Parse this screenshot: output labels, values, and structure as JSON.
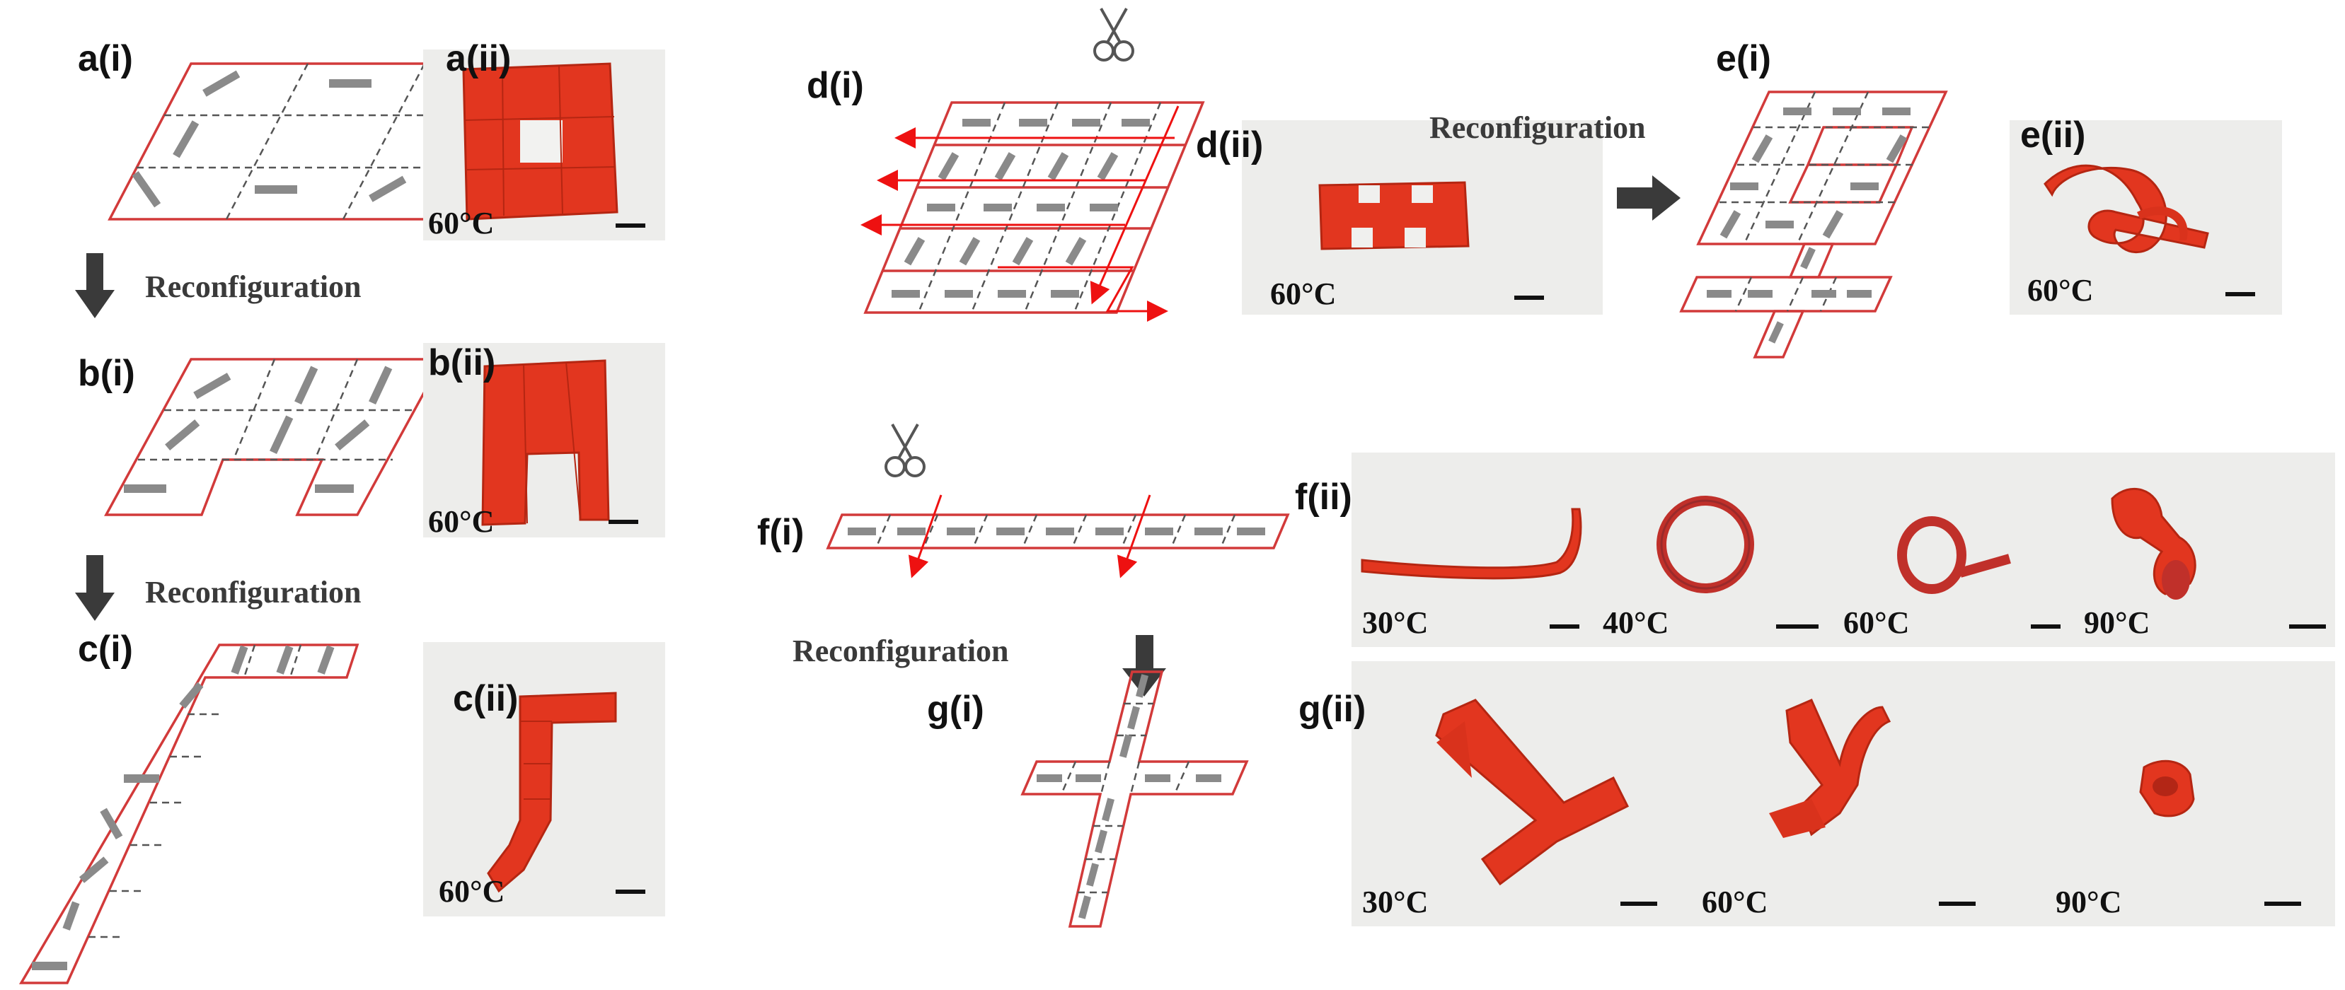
{
  "panels": {
    "a_i": "a(i)",
    "a_ii": "a(ii)",
    "b_i": "b(i)",
    "b_ii": "b(ii)",
    "c_i": "c(i)",
    "c_ii": "c(ii)",
    "d_i": "d(i)",
    "d_ii": "d(ii)",
    "e_i": "e(i)",
    "e_ii": "e(ii)",
    "f_i": "f(i)",
    "f_ii": "f(ii)",
    "g_i": "g(i)",
    "g_ii": "g(ii)"
  },
  "reconfiguration": "Reconfiguration",
  "temps": {
    "t30": "30°C",
    "t40": "40°C",
    "t60": "60°C",
    "t90": "90°C"
  },
  "colors": {
    "film": "#e2361f",
    "outline": "#d23a3a",
    "cut_arrow": "#ee1111",
    "alignment_bar": "#8a8a8a"
  },
  "icons": [
    "scissors-icon",
    "down-arrow-icon",
    "right-arrow-icon"
  ]
}
